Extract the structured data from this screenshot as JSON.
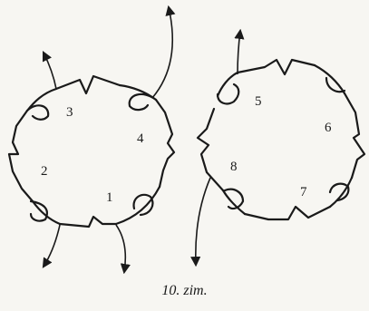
{
  "figure": {
    "caption": "10. zim.",
    "left_ring_labels": [
      "1",
      "2",
      "3",
      "4"
    ],
    "right_ring_labels": [
      "5",
      "6",
      "7",
      "8"
    ],
    "ink_color": "#1a1a1a",
    "paper_color": "#f7f6f2"
  }
}
